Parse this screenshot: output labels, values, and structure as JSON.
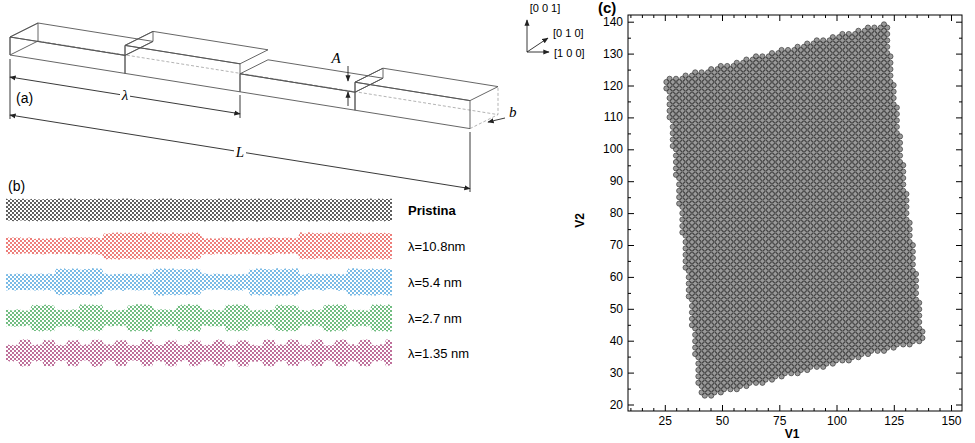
{
  "diagram": {
    "labels": [
      "[0 0 1]",
      "[0 1 0]",
      "[1 0 0]",
      "(a)",
      "λ",
      "A",
      "L",
      "b",
      "(b)",
      "Pristina",
      "λ=10.8nm",
      "λ=5.4 nm",
      "λ=2.7 nm",
      "λ=1.35 nm",
      "(c)",
      "140",
      "130",
      "120",
      "110",
      "100",
      "90",
      "80",
      "70",
      "60",
      "50",
      "40",
      "30",
      "20",
      "25",
      "50",
      "75",
      "100",
      "125",
      "150",
      "V2",
      "V1"
    ]
  }
}
